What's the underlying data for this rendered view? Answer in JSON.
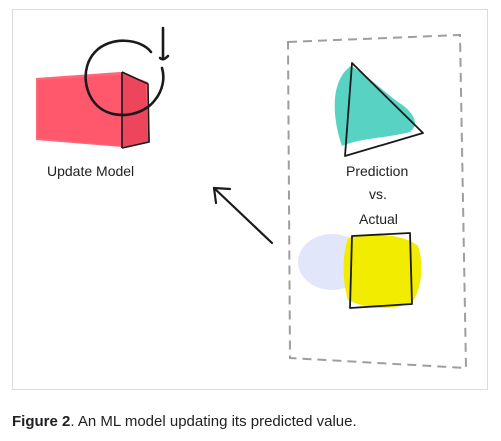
{
  "diagram": {
    "update_label": "Update Model",
    "prediction_label": "Prediction",
    "vs_label": "vs.",
    "actual_label": "Actual"
  },
  "caption": {
    "prefix": "Figure 2",
    "text": ". An ML model updating its predicted value."
  },
  "colors": {
    "model_box": "#ff5a6e",
    "prediction_triangle": "#4fd1c0",
    "actual_square": "#f2ec00",
    "ghost_blob": "#dfe3fb",
    "ink": "#1a1a1a",
    "dashed_border": "#9e9e9e",
    "frame_border": "#dadce0"
  },
  "icons": [
    "update-cycle-icon",
    "arrow-icon"
  ]
}
